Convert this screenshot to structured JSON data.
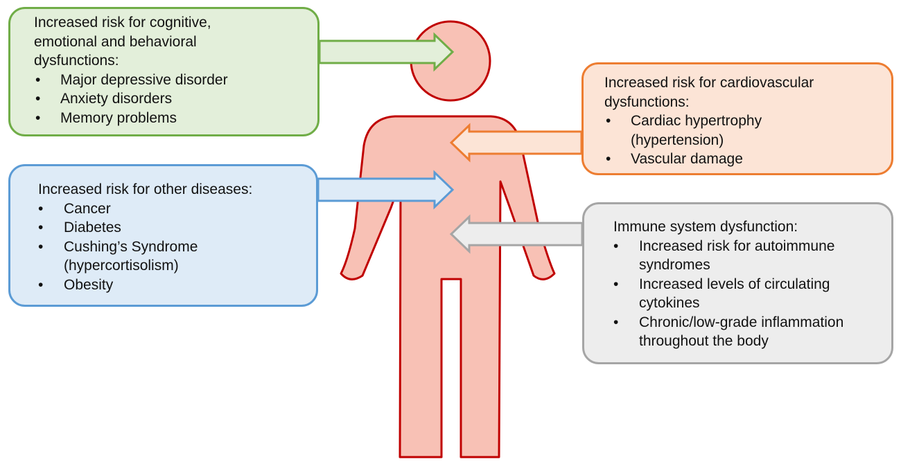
{
  "colors": {
    "body_fill": "#f8c1b5",
    "body_outline": "#c00000",
    "cognitive": {
      "fill": "#e3efda",
      "border": "#70ad47"
    },
    "other": {
      "fill": "#deebf7",
      "border": "#5b9bd5"
    },
    "cardio": {
      "fill": "#fce4d6",
      "border": "#ed7d31"
    },
    "immune": {
      "fill": "#ededed",
      "border": "#a5a5a5"
    }
  },
  "icons": {
    "figure": "human-figure-icon"
  },
  "boxes": {
    "cognitive": {
      "title": "Increased risk for cognitive,\nemotional and behavioral\ndysfunctions:",
      "items": [
        "Major depressive disorder",
        "Anxiety disorders",
        "Memory problems"
      ]
    },
    "other": {
      "title": "Increased risk for other diseases:",
      "items": [
        "Cancer",
        "Diabetes",
        "Cushing’s Syndrome\n(hypercortisolism)",
        "Obesity"
      ]
    },
    "cardio": {
      "title": "Increased risk for cardiovascular\ndysfunctions:",
      "items": [
        "Cardiac hypertrophy\n(hypertension)",
        "Vascular damage"
      ]
    },
    "immune": {
      "title": "Immune system dysfunction:",
      "items": [
        "Increased risk for autoimmune\nsyndromes",
        "Increased levels of circulating\ncytokines",
        "Chronic/low-grade inflammation\nthroughout the body"
      ]
    }
  }
}
